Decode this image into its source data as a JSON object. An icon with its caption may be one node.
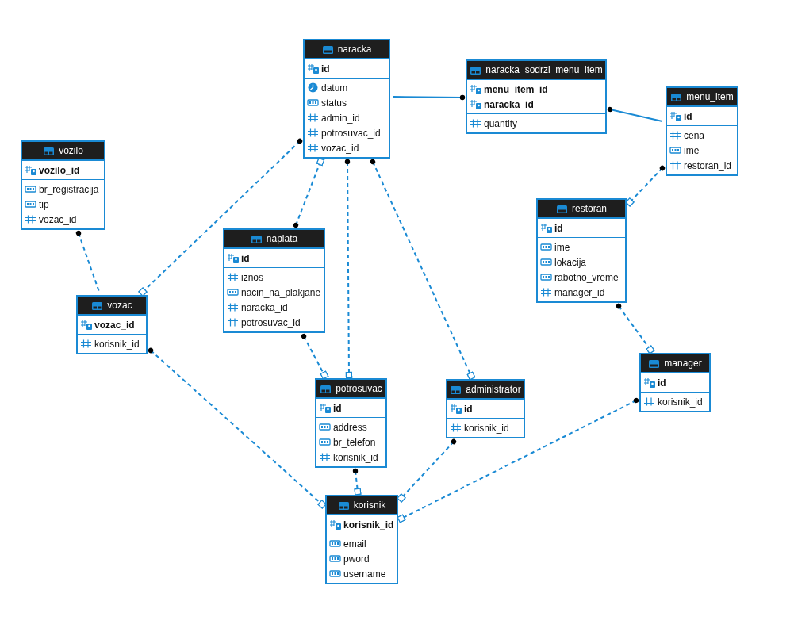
{
  "diagram": {
    "nodes": [
      {
        "text": [
          "naracka",
          "id",
          "datum",
          "status",
          "admin_id",
          "potrosuvac_id",
          "vozac_id"
        ]
      },
      {
        "text": [
          "naracka_sodrzi_menu_item",
          "menu_item_id",
          "naracka_id",
          "quantity"
        ]
      },
      {
        "text": [
          "menu_item",
          "id",
          "cena",
          "ime",
          "restoran_id"
        ]
      },
      {
        "text": [
          "vozilo",
          "vozilo_id",
          "br_registracija",
          "tip",
          "vozac_id"
        ]
      },
      {
        "text": [
          "restoran",
          "id",
          "ime",
          "lokacija",
          "rabotno_vreme",
          "manager_id"
        ]
      },
      {
        "text": [
          "naplata",
          "id",
          "iznos",
          "nacin_na_plakjane",
          "naracka_id",
          "potrosuvac_id"
        ]
      },
      {
        "text": [
          "vozac",
          "vozac_id",
          "korisnik_id"
        ]
      },
      {
        "text": [
          "potrosuvac",
          "id",
          "address",
          "br_telefon",
          "korisnik_id"
        ]
      },
      {
        "text": [
          "administrator",
          "id",
          "korisnik_id"
        ]
      },
      {
        "text": [
          "manager",
          "id",
          "korisnik_id"
        ]
      },
      {
        "text": [
          "korisnik",
          "korisnik_id",
          "email",
          "pword",
          "username"
        ]
      }
    ],
    "edges": [
      {
        "from": 1,
        "to": 0,
        "arrow": "other"
      },
      {
        "from": 1,
        "to": 2,
        "arrow": "other"
      },
      {
        "from": 0,
        "to": 6,
        "arrow": "other",
        "style": "dashed"
      },
      {
        "from": 5,
        "to": 0,
        "arrow": "other",
        "style": "dashed"
      },
      {
        "from": 0,
        "to": 7,
        "arrow": "other",
        "style": "dashed"
      },
      {
        "from": 0,
        "to": 8,
        "arrow": "other",
        "style": "dashed"
      },
      {
        "from": 3,
        "to": 6,
        "arrow": "other",
        "style": "dashed"
      },
      {
        "from": 2,
        "to": 4,
        "arrow": "other",
        "style": "dashed"
      },
      {
        "from": 4,
        "to": 9,
        "arrow": "other",
        "style": "dashed"
      },
      {
        "from": 5,
        "to": 7,
        "arrow": "other",
        "style": "dashed"
      },
      {
        "from": 6,
        "to": 10,
        "arrow": "other",
        "style": "dashed"
      },
      {
        "from": 7,
        "to": 10,
        "arrow": "other",
        "style": "dashed"
      },
      {
        "from": 8,
        "to": 10,
        "arrow": "other",
        "style": "dashed"
      },
      {
        "from": 9,
        "to": 10,
        "arrow": "other",
        "style": "dashed"
      }
    ]
  }
}
